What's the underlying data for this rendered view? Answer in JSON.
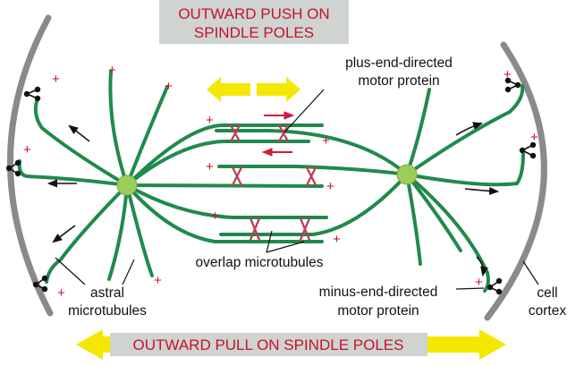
{
  "banners": {
    "top_line1": "OUTWARD PUSH ON",
    "top_line2": "SPINDLE POLES",
    "bottom": "OUTWARD PULL ON SPINDLE POLES"
  },
  "labels": {
    "plus_motor_line1": "plus-end-directed",
    "plus_motor_line2": "motor protein",
    "overlap": "overlap microtubules",
    "astral_line1": "astral",
    "astral_line2": "microtubules",
    "minus_motor_line1": "minus-end-directed",
    "minus_motor_line2": "motor protein",
    "cortex_line1": "cell",
    "cortex_line2": "cortex"
  },
  "plus_sign": "+",
  "colors": {
    "microtubule": "#1f8a4c",
    "pole": "#9ccc5a",
    "cortex": "#8a8a8a",
    "banner_bg": "#cfd4d1",
    "banner_text": "#c8102e",
    "arrow_yellow": "#f5e800",
    "motor": "#c23b55"
  }
}
